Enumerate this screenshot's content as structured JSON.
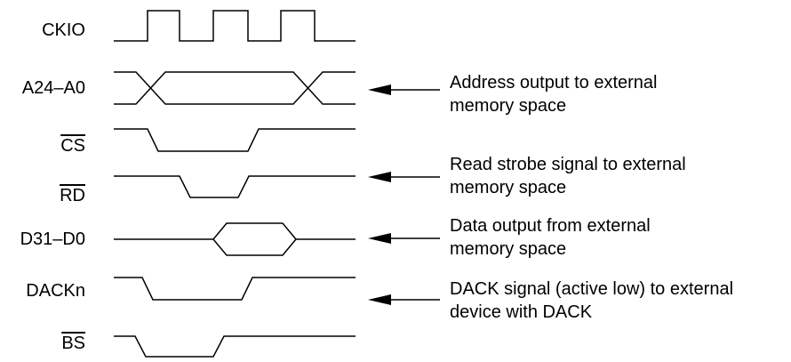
{
  "signals": {
    "ckio": "CKIO",
    "addr": "A24–A0",
    "cs": "CS",
    "rd": "RD",
    "data": "D31–D0",
    "dack": "DACKn",
    "bs": "BS"
  },
  "annotations": {
    "address": [
      "Address output to external",
      "memory space"
    ],
    "read": [
      "Read strobe signal to external",
      "memory space"
    ],
    "data": [
      "Data output from external",
      "memory space"
    ],
    "dack": [
      "DACK signal (active low) to external",
      "device with DACK"
    ]
  }
}
